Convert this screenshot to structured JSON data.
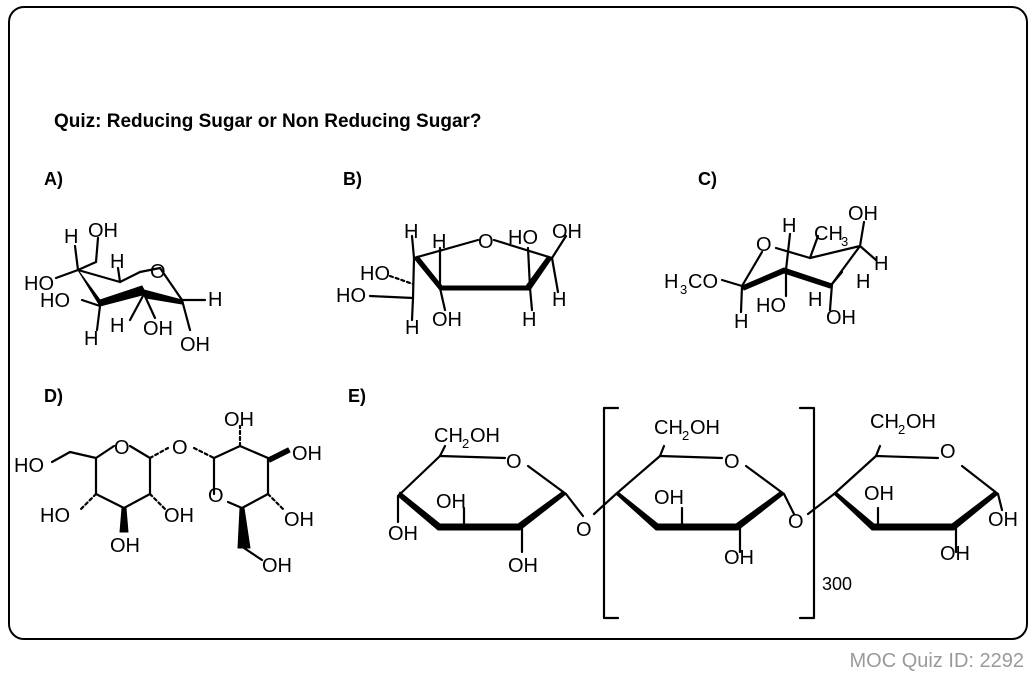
{
  "title": "Quiz: Reducing Sugar or Non Reducing Sugar?",
  "labels": {
    "a": "A)",
    "b": "B)",
    "c": "C)",
    "d": "D)",
    "e": "E)"
  },
  "repeat_count": "300",
  "footer": "MOC Quiz ID: 2292"
}
